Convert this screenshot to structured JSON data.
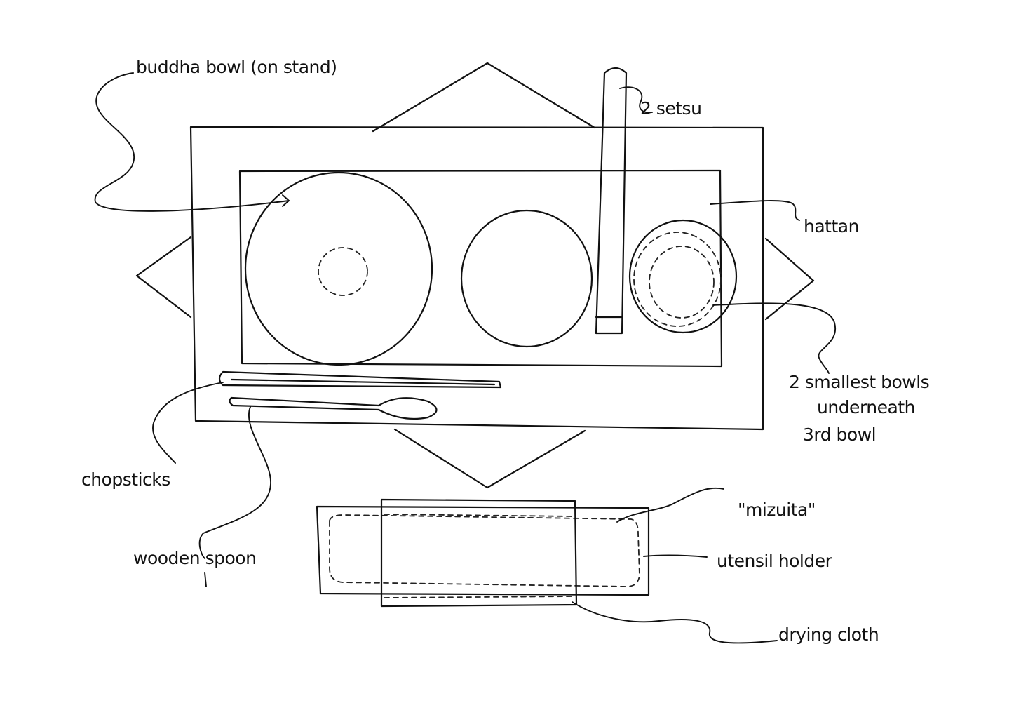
{
  "labels": {
    "buddha_bowl": "buddha bowl (on stand)",
    "setsu": "2 setsu",
    "hattan": "hattan",
    "smallest_bowls_line1": "2 smallest bowls",
    "smallest_bowls_line2": "underneath",
    "smallest_bowls_line3": "3rd bowl",
    "chopsticks": "chopsticks",
    "wooden_spoon": "wooden spoon",
    "mizuita": "\"mizuita\"",
    "utensil_holder": "utensil holder",
    "drying_cloth": "drying cloth"
  },
  "colors": {
    "ink": "#111111",
    "paper": "#ffffff"
  }
}
